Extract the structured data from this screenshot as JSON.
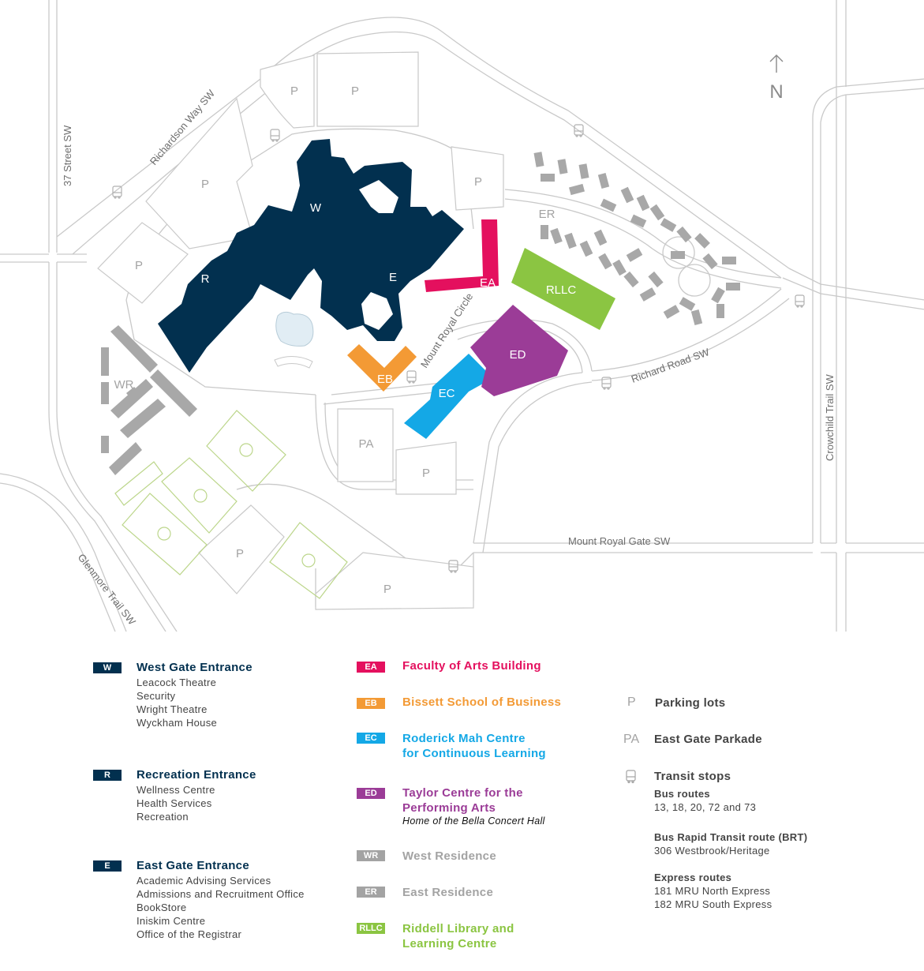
{
  "map": {
    "north_label": "N",
    "streets": {
      "richardson_way": "Richardson Way SW",
      "street_37": "37 Street SW",
      "glenmore": "Glenmore Trail SW",
      "mount_royal_circle": "Mount Royal Circle",
      "richard_road": "Richard Road SW",
      "crowchild": "Crowchild Trail SW",
      "mount_royal_gate": "Mount Royal Gate SW"
    },
    "building_labels": {
      "W": "W",
      "R": "R",
      "E": "E",
      "EA": "EA",
      "EB": "EB",
      "EC": "EC",
      "ED": "ED",
      "RLLC": "RLLC",
      "WR": "WR",
      "ER": "ER",
      "PA": "PA",
      "P": "P"
    }
  },
  "legend": {
    "left": [
      {
        "badge": "W",
        "color": "#02304f",
        "title": "West Gate Entrance",
        "items": [
          "Leacock Theatre",
          "Security",
          "Wright Theatre",
          "Wyckham House"
        ]
      },
      {
        "badge": "R",
        "color": "#02304f",
        "title": "Recreation Entrance",
        "items": [
          "Wellness Centre",
          "Health Services",
          "Recreation"
        ]
      },
      {
        "badge": "E",
        "color": "#02304f",
        "title": "East Gate Entrance",
        "items": [
          "Academic Advising Services",
          "Admissions and Recruitment Office",
          "BookStore",
          "Iniskim Centre",
          "Office of the Registrar"
        ]
      }
    ],
    "middle": [
      {
        "badge": "EA",
        "color": "#e4105e",
        "title_lines": [
          "Faculty of Arts Building"
        ]
      },
      {
        "badge": "EB",
        "color": "#f39a35",
        "title_lines": [
          "Bissett School of Business"
        ]
      },
      {
        "badge": "EC",
        "color": "#14a8e6",
        "title_lines": [
          "Roderick Mah Centre",
          "for Continuous Learning"
        ]
      },
      {
        "badge": "ED",
        "color": "#9b3c97",
        "title_lines": [
          "Taylor Centre for the",
          "Performing Arts"
        ],
        "note": "Home of the Bella Concert Hall"
      },
      {
        "badge": "WR",
        "color": "#a3a3a3",
        "title_lines": [
          "West Residence"
        ]
      },
      {
        "badge": "ER",
        "color": "#a3a3a3",
        "title_lines": [
          "East Residence"
        ]
      },
      {
        "badge": "RLLC",
        "color": "#8bc542",
        "title_lines": [
          "Riddell Library and",
          "Learning Centre"
        ]
      }
    ],
    "right": {
      "parking_symbol": "P",
      "parking_label": "Parking lots",
      "parkade_symbol": "PA",
      "parkade_label": "East Gate Parkade",
      "transit_label": "Transit stops",
      "groups": [
        {
          "heading": "Bus routes",
          "lines": [
            "13, 18, 20, 72 and 73"
          ]
        },
        {
          "heading": "Bus Rapid Transit route (BRT)",
          "lines": [
            "306 Westbrook/Heritage"
          ]
        },
        {
          "heading": "Express routes",
          "lines": [
            "181 MRU North Express",
            "182 MRU South Express"
          ]
        }
      ]
    }
  }
}
